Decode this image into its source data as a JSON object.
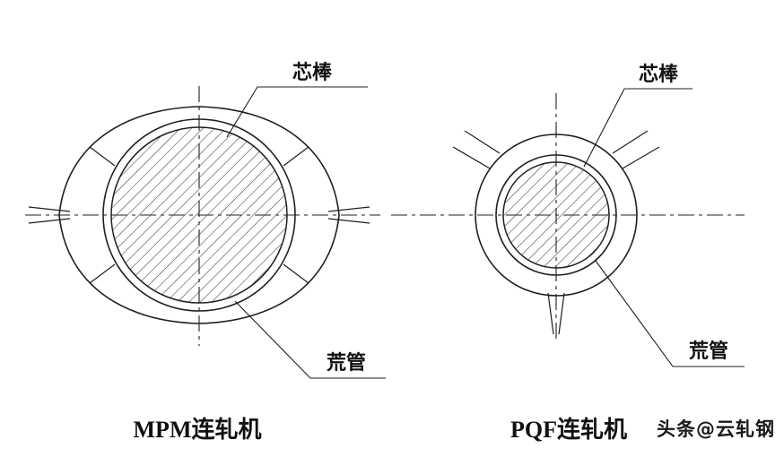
{
  "diagram": {
    "mpm": {
      "mandrel_label": "芯棒",
      "tube_label": "荒管",
      "caption": "MPM连轧机"
    },
    "pqf": {
      "mandrel_label": "芯棒",
      "tube_label": "荒管",
      "caption": "PQF连轧机"
    }
  },
  "watermark": "头条@云轧钢",
  "colors": {
    "line": "#1f1f1f",
    "background": "#ffffff",
    "hatch": "#3a3a3a",
    "watermark_text": "#1a1a1a"
  }
}
